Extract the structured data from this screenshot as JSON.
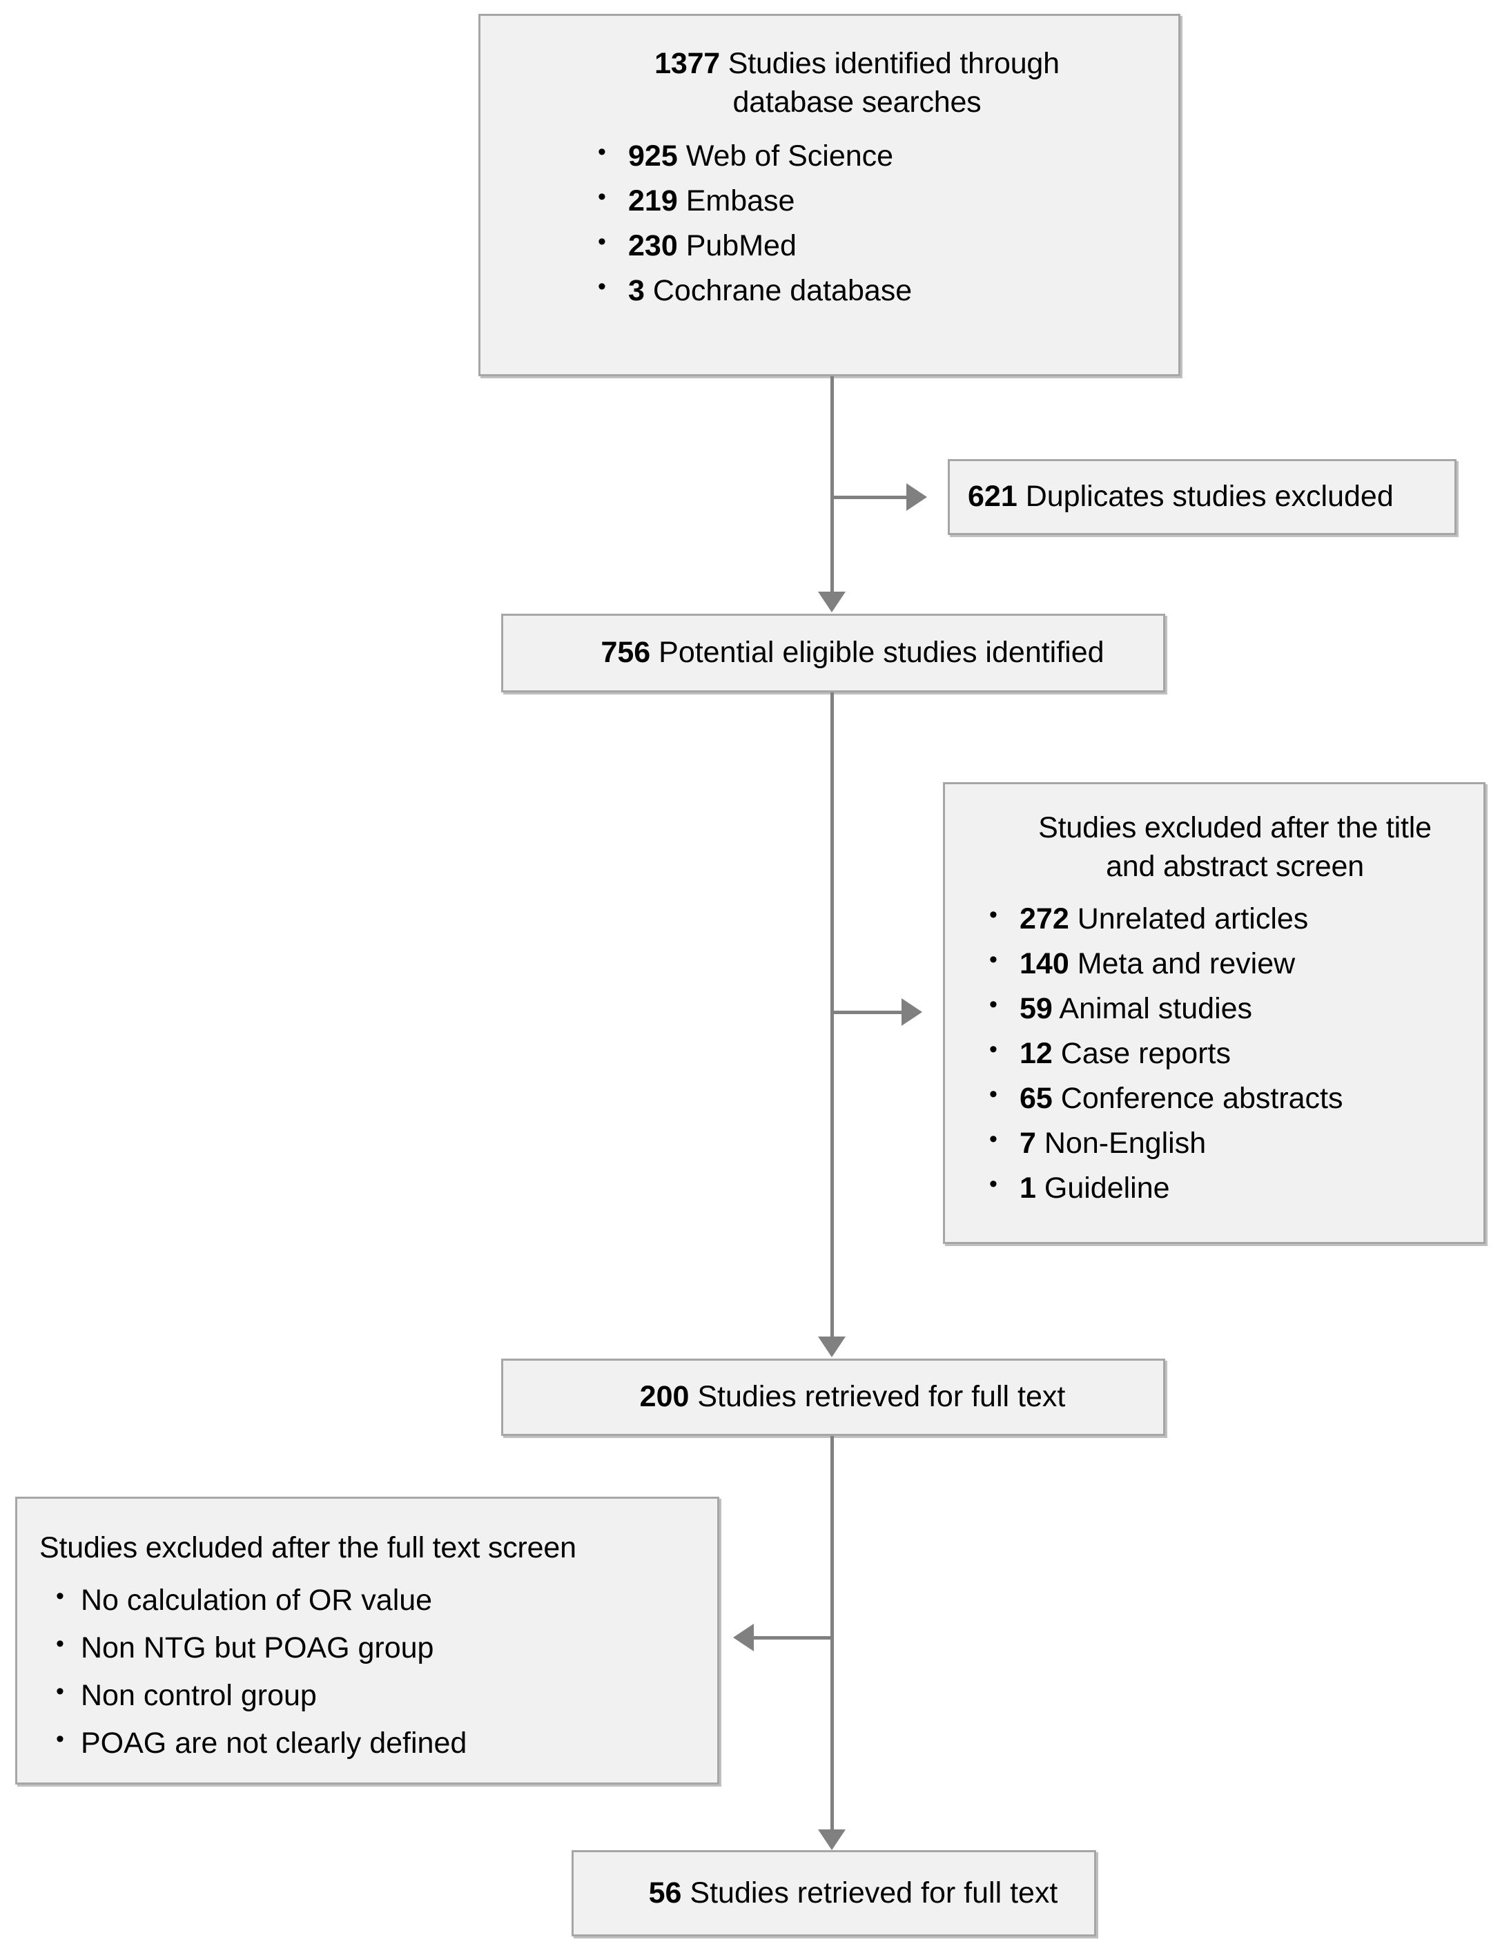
{
  "figure": {
    "type": "prisma-flow-diagram",
    "palette": {
      "box_fill": "#f1f1f1",
      "box_border": "#a6a6a6",
      "connector": "#808080",
      "text": "#000000",
      "background": "#ffffff"
    }
  },
  "nodes": {
    "identified": {
      "name": "studies-identified",
      "count": "1377",
      "label": "Studies identified through",
      "label_line2": "database searches",
      "sources": [
        {
          "count": "925",
          "label": "Web of Science"
        },
        {
          "count": "219",
          "label": "Embase"
        },
        {
          "count": "230",
          "label": "PubMed"
        },
        {
          "count": "3",
          "label": "Cochrane database"
        }
      ]
    },
    "duplicates": {
      "name": "duplicates-excluded",
      "count": "621",
      "label": "Duplicates studies excluded"
    },
    "eligible": {
      "name": "potential-eligible-studies",
      "count": "756",
      "label": "Potential eligible studies identified"
    },
    "title_abstract_excluded": {
      "name": "title-abstract-excluded",
      "heading_line1": "Studies excluded after the title",
      "heading_line2": "and abstract screen",
      "reasons": [
        {
          "count": "272",
          "label": "Unrelated articles"
        },
        {
          "count": "140",
          "label": "Meta and review"
        },
        {
          "count": "59",
          "label": "Animal studies"
        },
        {
          "count": "12",
          "label": "Case reports"
        },
        {
          "count": "65",
          "label": "Conference abstracts"
        },
        {
          "count": "7",
          "label": "Non-English"
        },
        {
          "count": "1",
          "label": "Guideline"
        }
      ]
    },
    "retrieved_full_text": {
      "name": "studies-retrieved-full-text",
      "count": "200",
      "label": "Studies retrieved for full text"
    },
    "full_text_excluded": {
      "name": "full-text-excluded",
      "heading": "Studies excluded after the full text screen",
      "reasons": [
        {
          "label": "No calculation of OR value"
        },
        {
          "label": "Non NTG but POAG group"
        },
        {
          "label": "Non control group"
        },
        {
          "label": "POAG are not clearly defined"
        }
      ]
    },
    "included": {
      "name": "studies-included",
      "count": "56",
      "label": "Studies retrieved for full text"
    }
  },
  "connectors": [
    {
      "name": "identified-to-eligible",
      "kind": "vertical-arrow-down"
    },
    {
      "name": "identified-to-duplicates",
      "kind": "horizontal-arrow-right"
    },
    {
      "name": "eligible-to-retrieved",
      "kind": "vertical-arrow-down"
    },
    {
      "name": "eligible-to-title-abstract-excluded",
      "kind": "horizontal-arrow-right"
    },
    {
      "name": "retrieved-to-included",
      "kind": "vertical-arrow-down"
    },
    {
      "name": "retrieved-to-full-text-excluded",
      "kind": "horizontal-arrow-left"
    }
  ]
}
